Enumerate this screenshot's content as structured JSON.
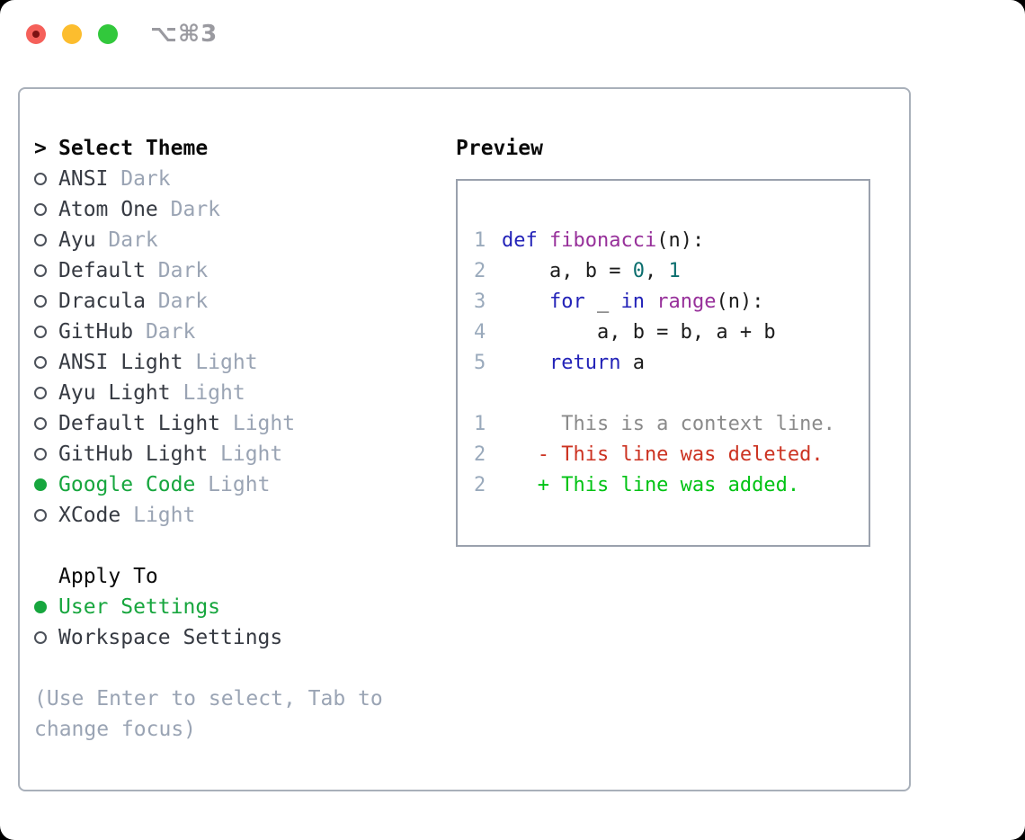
{
  "window": {
    "titlebar": {
      "shortcut": "⌥⌘3"
    }
  },
  "colors": {
    "sel_green": "#17a63e",
    "add_green": "#00c314",
    "del_red": "#cc3322",
    "kwd_blue": "#2323b8",
    "typ_purple": "#97309a",
    "lit_teal": "#0b6e6e",
    "traffic_red": "#f5605a",
    "traffic_yellow": "#fcbd2e",
    "traffic_green": "#32c83c"
  },
  "theme_panel": {
    "header": {
      "prefix": ">",
      "label": "Select Theme"
    },
    "themes": [
      {
        "name": "ANSI",
        "tag": "Dark",
        "selected": false
      },
      {
        "name": "Atom One",
        "tag": "Dark",
        "selected": false
      },
      {
        "name": "Ayu",
        "tag": "Dark",
        "selected": false
      },
      {
        "name": "Default",
        "tag": "Dark",
        "selected": false
      },
      {
        "name": "Dracula",
        "tag": "Dark",
        "selected": false
      },
      {
        "name": "GitHub",
        "tag": "Dark",
        "selected": false
      },
      {
        "name": "ANSI Light",
        "tag": "Light",
        "selected": false
      },
      {
        "name": "Ayu Light",
        "tag": "Light",
        "selected": false
      },
      {
        "name": "Default Light",
        "tag": "Light",
        "selected": false
      },
      {
        "name": "GitHub Light",
        "tag": "Light",
        "selected": false
      },
      {
        "name": "Google Code",
        "tag": "Light",
        "selected": true
      },
      {
        "name": "XCode",
        "tag": "Light",
        "selected": false
      }
    ],
    "apply_to": {
      "label": "Apply To",
      "options": [
        {
          "name": "User Settings",
          "selected": true
        },
        {
          "name": "Workspace Settings",
          "selected": false
        }
      ]
    },
    "hint_line1": "(Use Enter to select, Tab to",
    "hint_line2": "change focus)"
  },
  "preview": {
    "title": "Preview",
    "code_lines": [
      {
        "num": "1",
        "tokens": [
          {
            "c": "kwd",
            "t": "def"
          },
          {
            "c": "pln",
            "t": " "
          },
          {
            "c": "typ",
            "t": "fibonacci"
          },
          {
            "c": "pln",
            "t": "(n):"
          }
        ]
      },
      {
        "num": "2",
        "tokens": [
          {
            "c": "pln",
            "t": "    a, b = "
          },
          {
            "c": "lit",
            "t": "0"
          },
          {
            "c": "pln",
            "t": ", "
          },
          {
            "c": "lit",
            "t": "1"
          }
        ]
      },
      {
        "num": "3",
        "tokens": [
          {
            "c": "pln",
            "t": "    "
          },
          {
            "c": "kwd",
            "t": "for"
          },
          {
            "c": "pln",
            "t": " _ "
          },
          {
            "c": "kwd",
            "t": "in"
          },
          {
            "c": "pln",
            "t": " "
          },
          {
            "c": "typ",
            "t": "range"
          },
          {
            "c": "pln",
            "t": "(n):"
          }
        ]
      },
      {
        "num": "4",
        "tokens": [
          {
            "c": "pln",
            "t": "        a, b = b, a + b"
          }
        ]
      },
      {
        "num": "5",
        "tokens": [
          {
            "c": "pln",
            "t": "    "
          },
          {
            "c": "kwd",
            "t": "return"
          },
          {
            "c": "pln",
            "t": " a"
          }
        ]
      }
    ],
    "diff_lines": [
      {
        "num": "1",
        "kind": "ctx",
        "text": "     This is a context line."
      },
      {
        "num": "2",
        "kind": "del",
        "text": "   - This line was deleted."
      },
      {
        "num": "2",
        "kind": "add",
        "text": "   + This line was added."
      }
    ]
  }
}
